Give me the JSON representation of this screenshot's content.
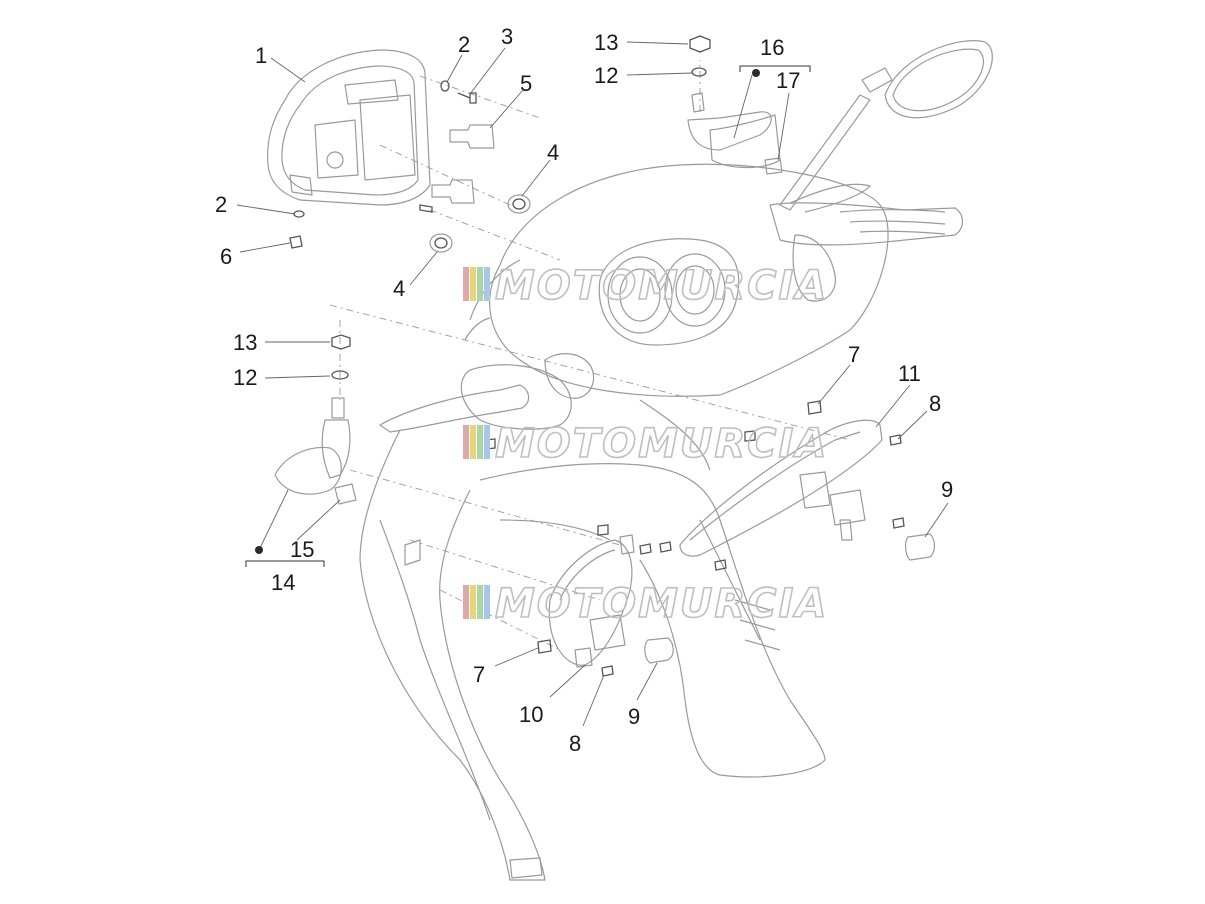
{
  "watermark": {
    "text": "MOTOMURCIA",
    "stripe_colors": [
      "#e0a8a8",
      "#e8d47c",
      "#a8d8a0",
      "#a8c8e8"
    ]
  },
  "callouts": {
    "c1": "1",
    "c2a": "2",
    "c2b": "2",
    "c3": "3",
    "c4a": "4",
    "c4b": "4",
    "c5": "5",
    "c6": "6",
    "c7a": "7",
    "c7b": "7",
    "c8a": "8",
    "c8b": "8",
    "c9a": "9",
    "c9b": "9",
    "c10": "10",
    "c11": "11",
    "c12a": "12",
    "c12b": "12",
    "c13a": "13",
    "c13b": "13",
    "c14": "14",
    "c15": "15",
    "c16": "16",
    "c17": "17"
  }
}
